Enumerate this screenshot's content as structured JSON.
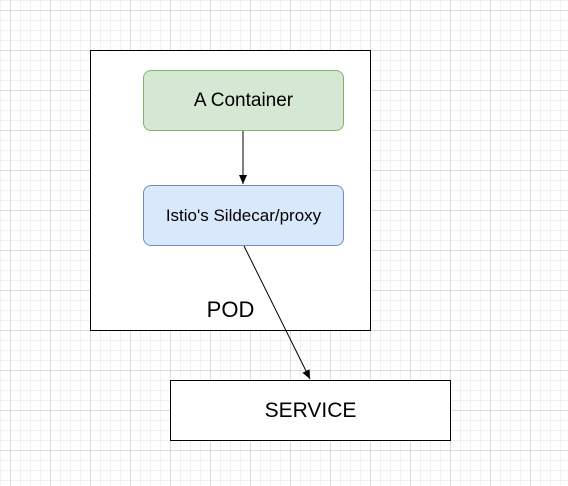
{
  "diagram": {
    "pod": {
      "label": "POD"
    },
    "container": {
      "label": "A Container",
      "fill": "#d5e8d4",
      "stroke": "#82b366"
    },
    "sidecar": {
      "label": "Istio's Sildecar/proxy",
      "fill": "#dae8fc",
      "stroke": "#6c8ebf"
    },
    "service": {
      "label": "SERVICE"
    },
    "edges": [
      {
        "from": "container",
        "to": "sidecar"
      },
      {
        "from": "sidecar",
        "to": "service"
      }
    ]
  }
}
